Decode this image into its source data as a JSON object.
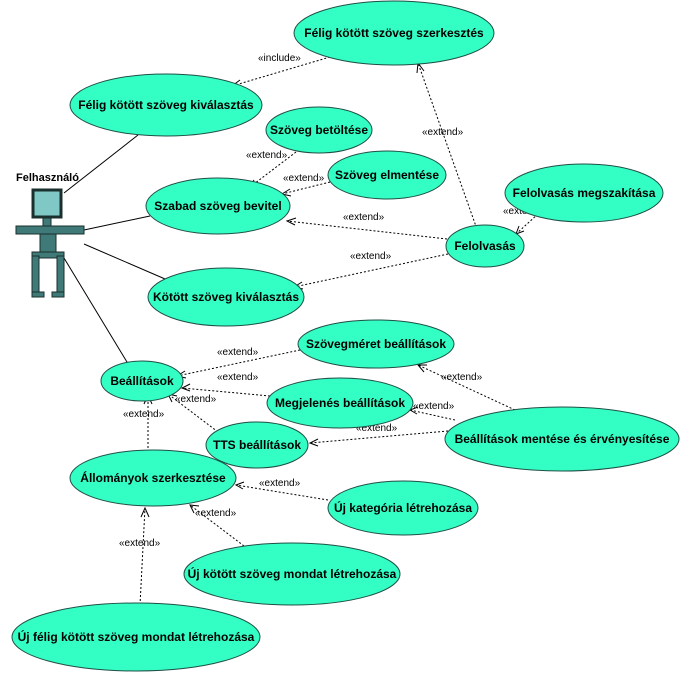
{
  "actor": {
    "name": "Felhasználó",
    "icon": "stick-figure-icon"
  },
  "colors": {
    "usecase_fill": "#33ffc4",
    "usecase_stroke": "#1f4f46",
    "actor_body": "#3f7a78",
    "actor_head": "#7fc8c6"
  },
  "usecases": {
    "felig_szerk": "Félig kötött szöveg szerkesztés",
    "felig_kival": "Félig kötött szöveg kiválasztás",
    "szoveg_betolt": "Szöveg betöltése",
    "szoveg_elment": "Szöveg elmentése",
    "szabad": "Szabad szöveg bevitel",
    "felolv_megsz": "Felolvasás megszakítása",
    "felolvasas": "Felolvasás",
    "kotott_kival": "Kötött szöveg kiválasztás",
    "szovegmeret": "Szövegméret beállítások",
    "beallitasok": "Beállítások",
    "megjelenes": "Megjelenés beállítások",
    "beall_ment": "Beállítások mentése és érvényesítése",
    "tts": "TTS beállítások",
    "allomanyok": "Állományok szerkesztése",
    "uj_kat": "Új kategória létrehozása",
    "uj_kotott": "Új kötött szöveg mondat létrehozása",
    "uj_felig": "Új félig kötött szöveg mondat létrehozása"
  },
  "stereotypes": {
    "include": "«include»",
    "extend": "«extend»"
  }
}
